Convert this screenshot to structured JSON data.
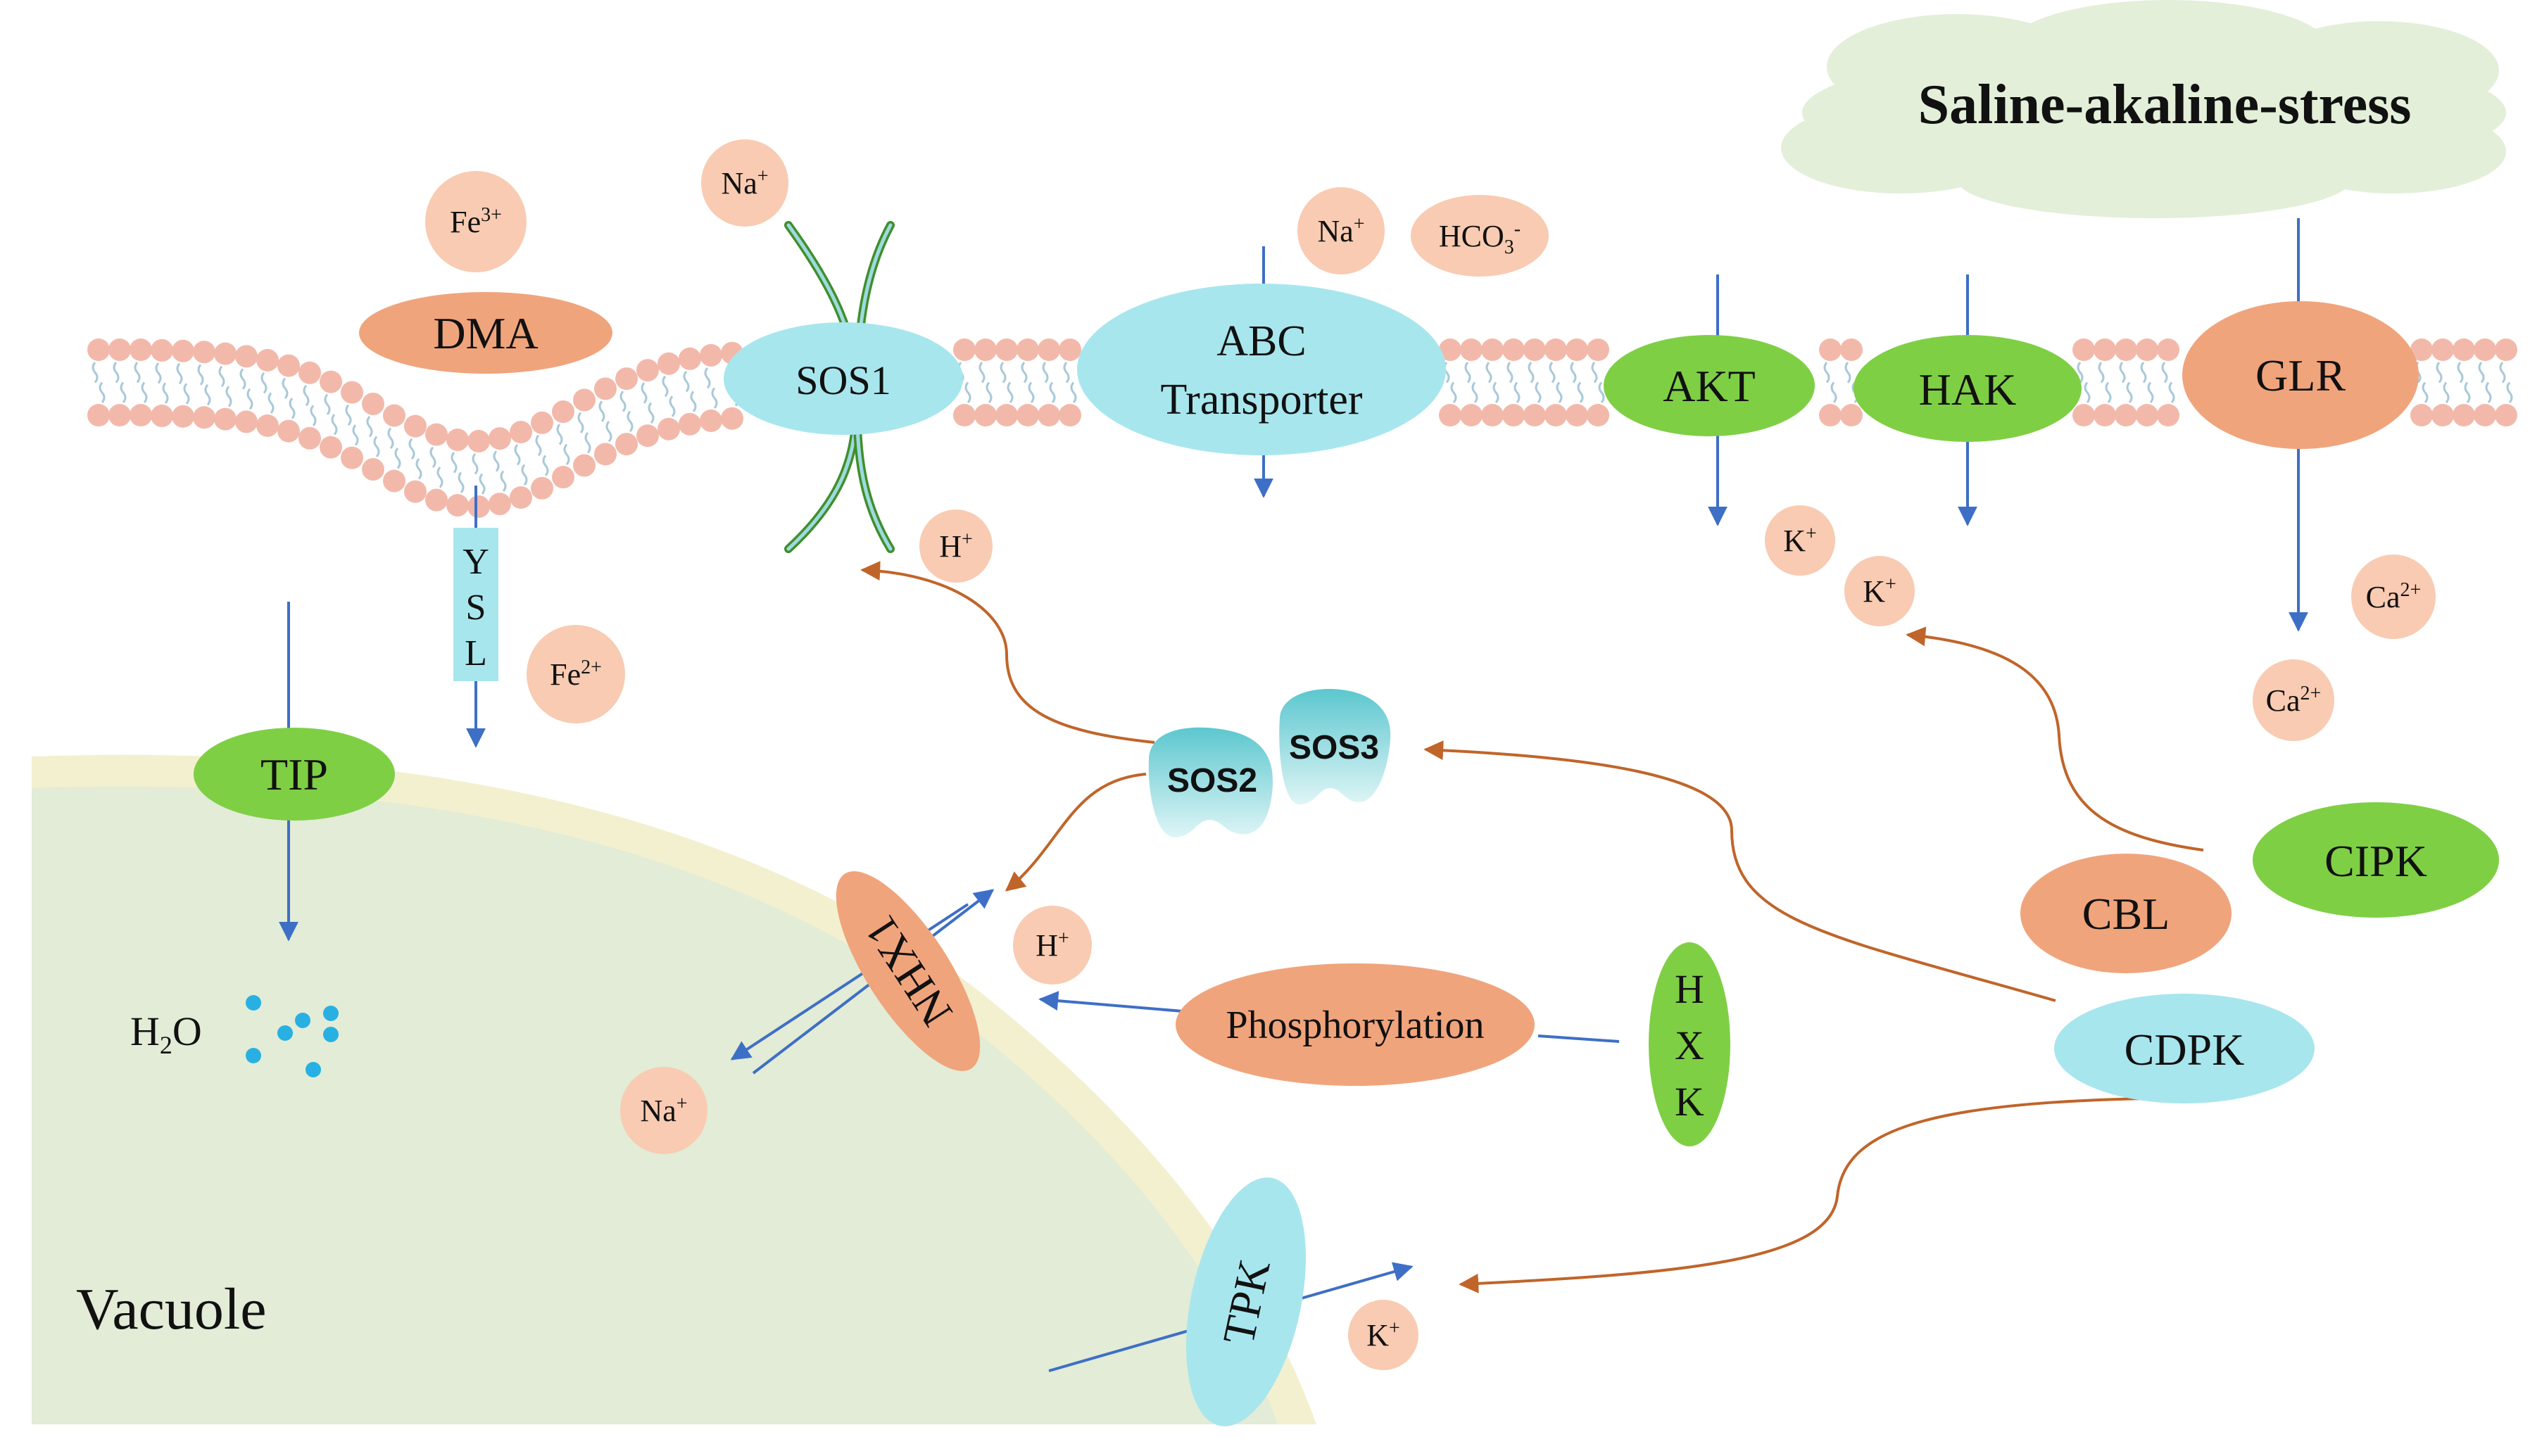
{
  "colors": {
    "membrane_head": "#f2b9ab",
    "membrane_tail": "#a9c9d8",
    "cyan": "#a8e6ee",
    "green": "#7fcf45",
    "orange": "#f0a47c",
    "ion": "#f8cbb2",
    "vacuole": "#e2ecd6",
    "vacuole_rim": "#f3f0cf",
    "cloud": "#e3efd9",
    "arrow_blue": "#3e6fc6",
    "arrow_orange": "#c0652a",
    "water": "#29b0e3",
    "sos_teal": "#7fd6dc"
  },
  "stress_label": "Saline-akaline-stress",
  "proteins": {
    "dma": "DMA",
    "sos1": "SOS1",
    "abc_line1": "ABC",
    "abc_line2": "Transporter",
    "akt": "AKT",
    "hak": "HAK",
    "glr": "GLR",
    "tip": "TIP",
    "sos2": "SOS2",
    "sos3": "SOS3",
    "nhx": "NHX1",
    "phosphorylation": "Phosphorylation",
    "hxk1": "H",
    "hxk2": "X",
    "hxk3": "K",
    "cbl": "CBL",
    "cipk": "CIPK",
    "cdpk": "CDPK",
    "tpk": "TPK",
    "ysl1": "Y",
    "ysl2": "S",
    "ysl3": "L"
  },
  "ions": {
    "fe3": {
      "base": "Fe",
      "sup": "3+"
    },
    "na_top": {
      "base": "Na",
      "sup": "+"
    },
    "na_abc": {
      "base": "Na",
      "sup": "+"
    },
    "hco3": {
      "base": "HCO",
      "sub": "3",
      "sup": "-"
    },
    "h_sos1": {
      "base": "H",
      "sup": "+"
    },
    "fe2": {
      "base": "Fe",
      "sup": "2+"
    },
    "k1": {
      "base": "K",
      "sup": "+"
    },
    "k2": {
      "base": "K",
      "sup": "+"
    },
    "ca1": {
      "base": "Ca",
      "sup": "2+"
    },
    "ca2": {
      "base": "Ca",
      "sup": "2+"
    },
    "h_nhx": {
      "base": "H",
      "sup": "+"
    },
    "na_vac": {
      "base": "Na",
      "sup": "+"
    },
    "k_tpk": {
      "base": "K",
      "sup": "+"
    }
  },
  "water": {
    "base": "H",
    "sub": "2",
    "tail": "O"
  },
  "vacuole_label": "Vacuole"
}
